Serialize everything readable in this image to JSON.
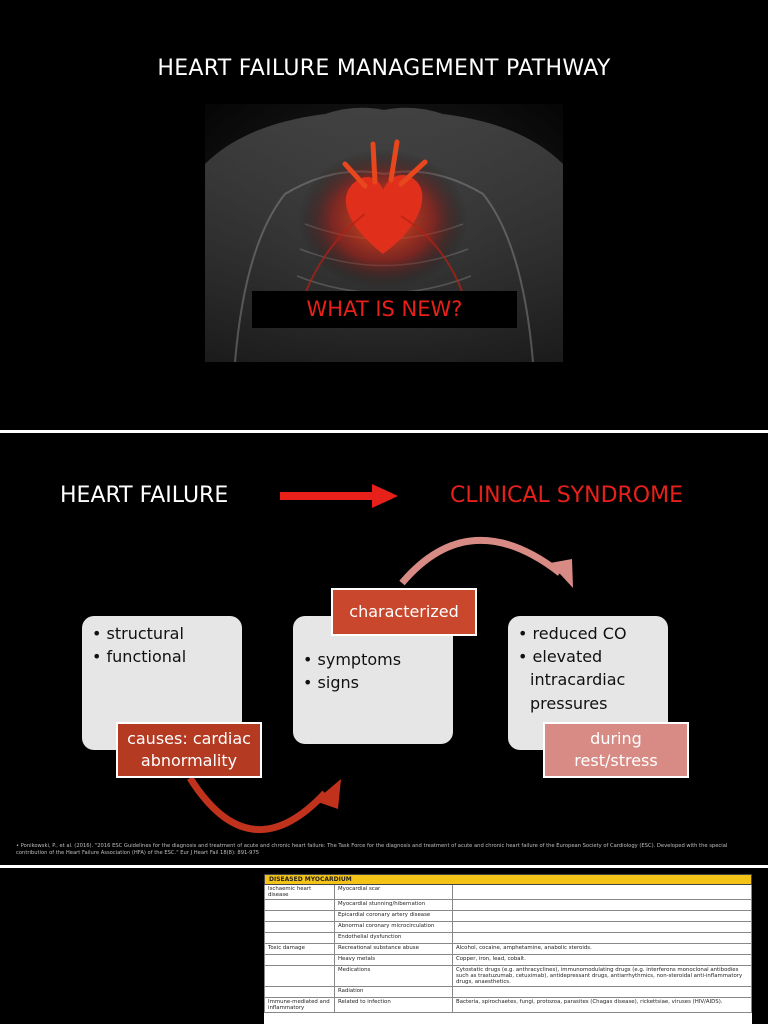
{
  "slide1": {
    "title": "HEART FAILURE MANAGEMENT PATHWAY",
    "banner": "WHAT IS NEW?"
  },
  "slide2": {
    "left_heading": "HEART FAILURE",
    "right_heading": "CLINICAL SYNDROME",
    "card1": {
      "items": [
        "structural",
        "functional"
      ],
      "tag": [
        "causes: cardiac",
        "abnormality"
      ]
    },
    "card2": {
      "items": [
        "symptoms",
        "signs"
      ],
      "tag": "characterized"
    },
    "card3": {
      "items": [
        "reduced CO",
        "elevated intracardiac pressures"
      ],
      "tag": [
        "during",
        "rest/stress"
      ]
    },
    "reference": "Ponikowski, P., et al. (2016). \"2016 ESC Guidelines for the diagnosis and treatment of acute and chronic heart failure: The Task Force for the diagnosis and treatment of acute and chronic heart failure of the European Society of Cardiology (ESC). Developed with the special contribution of the Heart Failure Association (HFA) of the ESC.\" Eur J Heart Fail 18(8): 891-975"
  },
  "slide3": {
    "table_header": "DISEASED MYOCARDIUM",
    "rows": [
      [
        "Ischaemic heart disease",
        "Myocardial scar",
        ""
      ],
      [
        "",
        "Myocardial stunning/hibernation",
        ""
      ],
      [
        "",
        "Epicardial coronary artery disease",
        ""
      ],
      [
        "",
        "Abnormal coronary microcirculation",
        ""
      ],
      [
        "",
        "Endothelial dysfunction",
        ""
      ],
      [
        "Toxic damage",
        "Recreational substance abuse",
        "Alcohol, cocaine, amphetamine, anabolic steroids."
      ],
      [
        "",
        "Heavy metals",
        "Copper, iron, lead, cobalt."
      ],
      [
        "",
        "Medications",
        "Cytostatic drugs (e.g. anthracyclines), immunomodulating drugs (e.g. interferons monoclonal antibodies such as trastuzumab, cetuximab), antidepressant drugs, antiarrhythmics, non-steroidal anti-inflammatory drugs, anaesthetics."
      ],
      [
        "",
        "Radiation",
        ""
      ],
      [
        "Immune-mediated and inflammatory",
        "Related to infection",
        "Bacteria, spirochaetes, fungi, protozoa, parasites (Chagas disease), rickettsiae, viruses (HIV/AIDS)."
      ]
    ]
  },
  "colors": {
    "accent_red": "#e8201a",
    "tag_dark": "#b43a22",
    "tag_light": "#d88b85",
    "table_header": "#f3c318"
  }
}
